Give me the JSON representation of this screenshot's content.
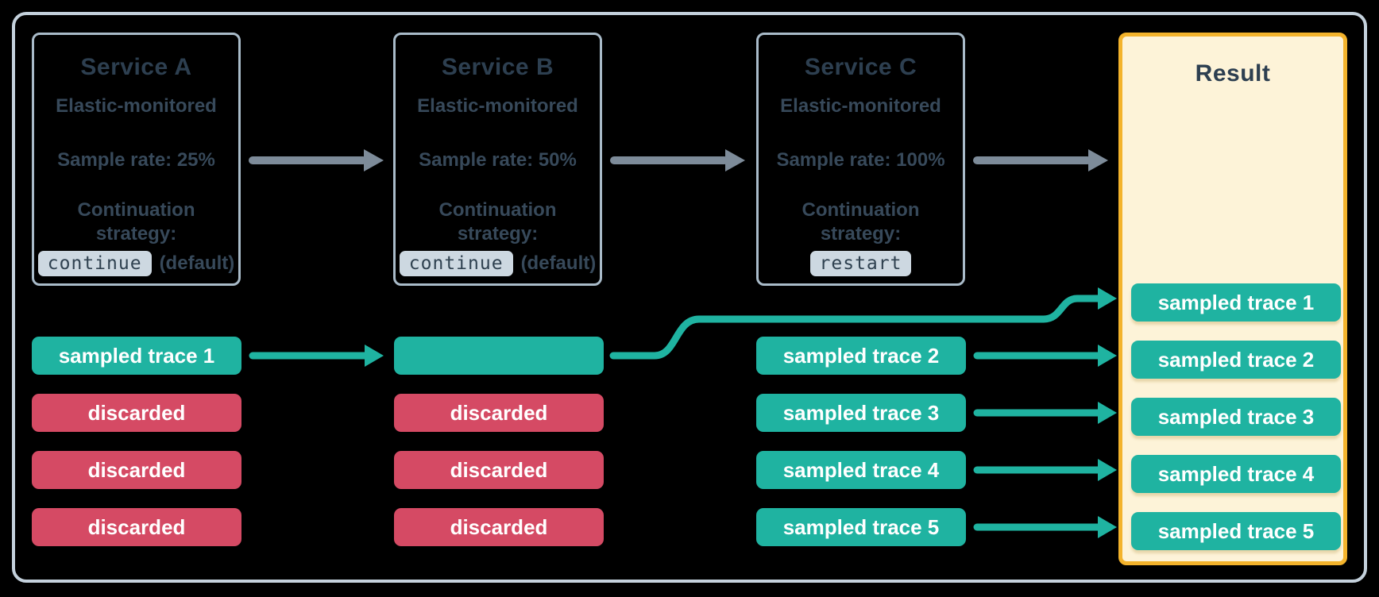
{
  "diagram": "distributed-tracing-sampling",
  "colors": {
    "sampled_teal": "#1fb3a1",
    "discarded_red": "#d54a64",
    "result_border_yellow": "#f3b32c",
    "result_background_cream": "#fdf3d8",
    "flow_arrow_gray": "#7d8b99",
    "heading_text": "#2d3f50",
    "body_text": "#37495a",
    "chip_background": "#cdd8e1",
    "service_box_border": "#a9bbc9",
    "outer_frame_border": "#c4d1dc"
  },
  "services": [
    {
      "title": "Service A",
      "subtitle": "Elastic-monitored",
      "sample_rate": "Sample rate: 25%",
      "strategy_label": "Continuation\nstrategy:",
      "strategy_value": "continue",
      "strategy_suffix": "(default)"
    },
    {
      "title": "Service B",
      "subtitle": "Elastic-monitored",
      "sample_rate": "Sample rate: 50%",
      "strategy_label": "Continuation\nstrategy:",
      "strategy_value": "continue",
      "strategy_suffix": "(default)"
    },
    {
      "title": "Service C",
      "subtitle": "Elastic-monitored",
      "sample_rate": "Sample rate: 100%",
      "strategy_label": "Continuation\nstrategy:",
      "strategy_value": "restart",
      "strategy_suffix": ""
    }
  ],
  "trace_columns": {
    "service_a": [
      {
        "label": "sampled trace 1",
        "status": "sampled"
      },
      {
        "label": "discarded",
        "status": "discarded"
      },
      {
        "label": "discarded",
        "status": "discarded"
      },
      {
        "label": "discarded",
        "status": "discarded"
      }
    ],
    "service_b": [
      {
        "label": "",
        "status": "sampled"
      },
      {
        "label": "discarded",
        "status": "discarded"
      },
      {
        "label": "discarded",
        "status": "discarded"
      },
      {
        "label": "discarded",
        "status": "discarded"
      }
    ],
    "service_c": [
      {
        "label": "sampled trace 2",
        "status": "sampled"
      },
      {
        "label": "sampled trace 3",
        "status": "sampled"
      },
      {
        "label": "sampled trace 4",
        "status": "sampled"
      },
      {
        "label": "sampled trace 5",
        "status": "sampled"
      }
    ]
  },
  "result": {
    "title": "Result",
    "traces": [
      "sampled trace 1",
      "sampled trace 2",
      "sampled trace 3",
      "sampled trace 4",
      "sampled trace 5"
    ]
  }
}
